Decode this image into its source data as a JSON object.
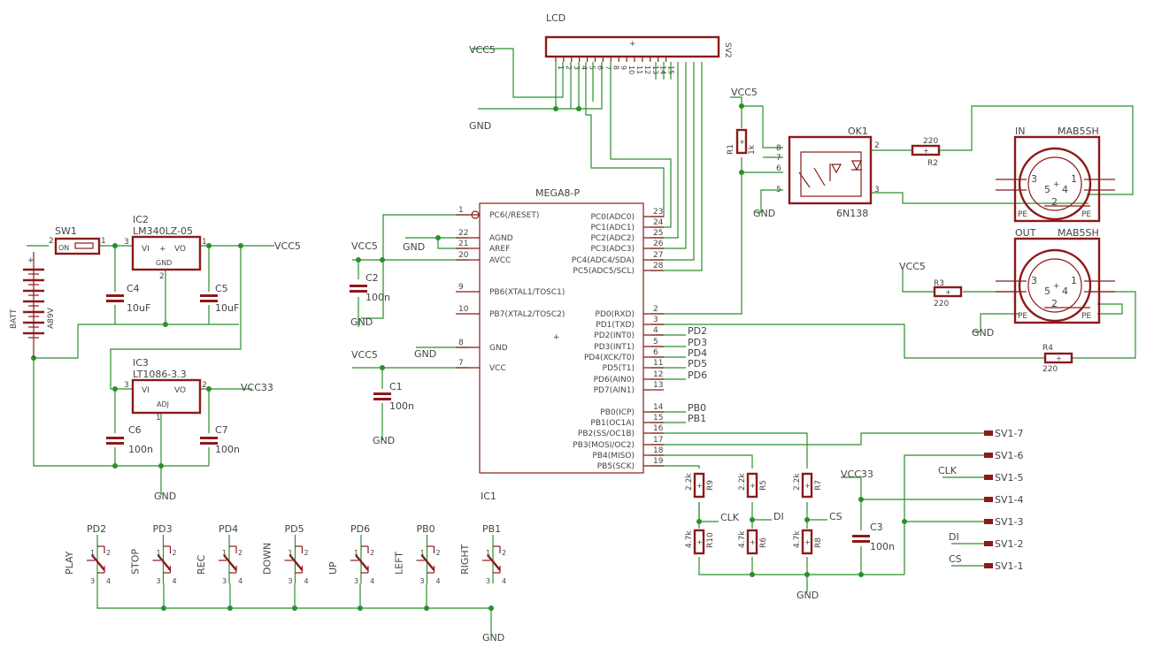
{
  "components": {
    "lcd": {
      "name": "LCD",
      "part": "SV2",
      "pins": [
        "1",
        "2",
        "3",
        "4",
        "5",
        "6",
        "7",
        "8",
        "9",
        "10",
        "11",
        "12",
        "13",
        "14",
        "15"
      ]
    },
    "mcu": {
      "name": "MEGA8-P",
      "ref": "IC1",
      "left_pins": [
        {
          "num": "1",
          "label": "PC6(/RESET)"
        },
        {
          "num": "22",
          "label": "AGND"
        },
        {
          "num": "21",
          "label": "AREF"
        },
        {
          "num": "20",
          "label": "AVCC"
        },
        {
          "num": "9",
          "label": "PB6(XTAL1/TOSC1)"
        },
        {
          "num": "10",
          "label": "PB7(XTAL2/TOSC2)"
        },
        {
          "num": "8",
          "label": "GND"
        },
        {
          "num": "7",
          "label": "VCC"
        }
      ],
      "right_pins": [
        {
          "num": "23",
          "label": "PC0(ADC0)"
        },
        {
          "num": "24",
          "label": "PC1(ADC1)"
        },
        {
          "num": "25",
          "label": "PC2(ADC2)"
        },
        {
          "num": "26",
          "label": "PC3(ADC3)"
        },
        {
          "num": "27",
          "label": "PC4(ADC4/SDA)"
        },
        {
          "num": "28",
          "label": "PC5(ADC5/SCL)"
        },
        {
          "num": "2",
          "label": "PD0(RXD)"
        },
        {
          "num": "3",
          "label": "PD1(TXD)"
        },
        {
          "num": "4",
          "label": "PD2(INT0)"
        },
        {
          "num": "5",
          "label": "PD3(INT1)"
        },
        {
          "num": "6",
          "label": "PD4(XCK/T0)"
        },
        {
          "num": "11",
          "label": "PD5(T1)"
        },
        {
          "num": "12",
          "label": "PD6(AIN0)"
        },
        {
          "num": "13",
          "label": "PD7(AIN1)"
        },
        {
          "num": "14",
          "label": "PB0(ICP)"
        },
        {
          "num": "15",
          "label": "PB1(OC1A)"
        },
        {
          "num": "16",
          "label": "PB2(SS/OC1B)"
        },
        {
          "num": "17",
          "label": "PB3(MOSI/OC2)"
        },
        {
          "num": "18",
          "label": "PB4(MISO)"
        },
        {
          "num": "19",
          "label": "PB5(SCK)"
        }
      ],
      "net_tags": [
        "PD2",
        "PD3",
        "PD4",
        "PD5",
        "PD6",
        "PB0",
        "PB1"
      ]
    },
    "ok1": {
      "ref": "OK1",
      "part": "6N138",
      "pins": [
        "8",
        "7",
        "6",
        "5",
        "2",
        "3"
      ]
    },
    "ic2": {
      "ref": "IC2",
      "part": "LM340LZ-05",
      "vi": "VI",
      "vo": "VO",
      "gnd": "GND",
      "pins": [
        "3",
        "1",
        "2"
      ]
    },
    "ic3": {
      "ref": "IC3",
      "part": "LT1086-3.3",
      "vi": "VI",
      "vo": "VO",
      "adj": "ADJ",
      "pins": [
        "3",
        "2",
        "1"
      ]
    },
    "sw1": {
      "ref": "SW1",
      "on": "ON",
      "pins": [
        "2",
        "1"
      ]
    },
    "batt": {
      "ref": "BATT",
      "part": "A89V"
    },
    "din_in": {
      "ref": "IN",
      "part": "MAB5SH",
      "pins": [
        "3",
        "1",
        "5",
        "4",
        "2"
      ],
      "pe": "PE"
    },
    "din_out": {
      "ref": "OUT",
      "part": "MAB5SH",
      "pins": [
        "3",
        "1",
        "5",
        "4",
        "2"
      ],
      "pe": "PE"
    },
    "caps": [
      {
        "ref": "C4",
        "value": "10uF"
      },
      {
        "ref": "C5",
        "value": "10uF"
      },
      {
        "ref": "C6",
        "value": "100n"
      },
      {
        "ref": "C7",
        "value": "100n"
      },
      {
        "ref": "C2",
        "value": "100n"
      },
      {
        "ref": "C1",
        "value": "100n"
      },
      {
        "ref": "C3",
        "value": "100n"
      }
    ],
    "resistors": [
      {
        "ref": "R1",
        "value": "1k"
      },
      {
        "ref": "R2",
        "value": "220"
      },
      {
        "ref": "R3",
        "value": "220"
      },
      {
        "ref": "R4",
        "value": "220"
      },
      {
        "ref": "R9",
        "value": "2.2k"
      },
      {
        "ref": "R5",
        "value": "2.2k"
      },
      {
        "ref": "R7",
        "value": "2.2k"
      },
      {
        "ref": "R10",
        "value": "4.7k"
      },
      {
        "ref": "R6",
        "value": "4.7k"
      },
      {
        "ref": "R8",
        "value": "4.7k"
      }
    ],
    "switches": [
      {
        "net": "PD2",
        "label": "PLAY"
      },
      {
        "net": "PD3",
        "label": "STOP"
      },
      {
        "net": "PD4",
        "label": "REC"
      },
      {
        "net": "PD5",
        "label": "DOWN"
      },
      {
        "net": "PD6",
        "label": "UP"
      },
      {
        "net": "PB0",
        "label": "LEFT"
      },
      {
        "net": "PB1",
        "label": "RIGHT"
      }
    ],
    "switch_pins": [
      "1",
      "2",
      "3",
      "4"
    ],
    "header": [
      {
        "pin": "SV1-7",
        "net": ""
      },
      {
        "pin": "SV1-6",
        "net": ""
      },
      {
        "pin": "SV1-5",
        "net": "CLK"
      },
      {
        "pin": "SV1-4",
        "net": ""
      },
      {
        "pin": "SV1-3",
        "net": ""
      },
      {
        "pin": "SV1-2",
        "net": "DI"
      },
      {
        "pin": "SV1-1",
        "net": "CS"
      }
    ]
  },
  "nets": {
    "vcc5": "VCC5",
    "vcc33": "VCC33",
    "gnd": "GND",
    "clk": "CLK",
    "di": "DI",
    "cs": "CS"
  },
  "colors": {
    "wire": "#2a8f2a",
    "part": "#8c1a1a",
    "text": "#444444"
  }
}
